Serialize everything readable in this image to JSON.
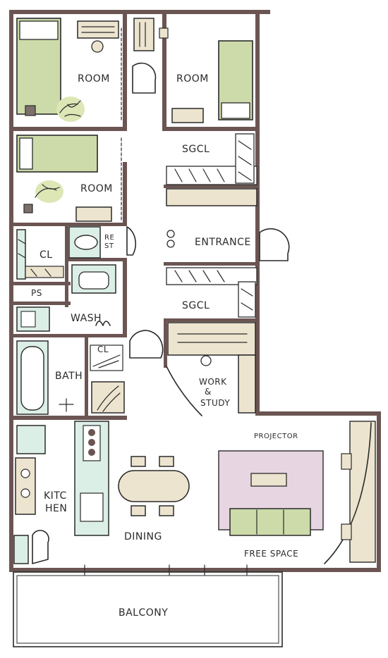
{
  "rooms": {
    "room_top_left": "ROOM",
    "room_top_right": "ROOM",
    "room_middle_left": "ROOM",
    "sgcl_top": "SGCL",
    "sgcl_middle": "SGCL",
    "entrance": "ENTRANCE",
    "rest_line1": "RE",
    "rest_line2": "ST",
    "closet_left": "CL",
    "ps": "PS",
    "wash": "WASH",
    "closet_wash": "CL",
    "bath": "BATH",
    "work_line1": "WORK",
    "work_line2": "&",
    "work_line3": "STUDY",
    "kitchen_line1": "KITC",
    "kitchen_line2": "HEN",
    "dining": "DINING",
    "projector": "PROJECTOR",
    "free_space": "FREE SPACE",
    "balcony": "BALCONY"
  },
  "colors": {
    "wall": "#6b5552",
    "bed": "#ccdba9",
    "fixture": "#dcefe6",
    "wood": "#ede4cf",
    "rug": "#e7d5e1"
  }
}
